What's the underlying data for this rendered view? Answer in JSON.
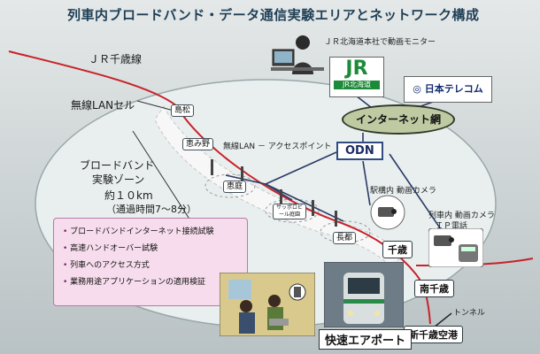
{
  "title": "列車内ブロードバンド・データ通信実験エリアとネットワーク構成",
  "labels": {
    "jr_line": "ＪＲ千歳線",
    "wireless_cell": "無線LANセル",
    "broadband_zone_line1": "ブロードバンド",
    "broadband_zone_line2": "実験ゾーン",
    "distance": "約１０km",
    "travel_time": "（通過時間7～8分）",
    "access_point": "無線LAN － アクセスポイント",
    "hq_monitor": "ＪＲ北海道本社で動画モニター",
    "internet": "インターネット網",
    "odn": "ODN",
    "station_camera": "駅構内 動画カメラ",
    "train_camera_line1": "列車内 動画カメラ",
    "train_camera_line2": "ＩＰ電話",
    "tunnel": "トンネル",
    "airport_train": "快速エアポート"
  },
  "logos": {
    "jr_mark": "JR",
    "jr_sub": "JR北海道",
    "telecom": "日本テレコム"
  },
  "stations": {
    "shimamatsu": "島松",
    "eniwa_kita": "恵み野",
    "eniwa": "恵庭",
    "sapporo_beer": "サッポロビール庭園",
    "osatsu": "長都",
    "chitose": "千歳",
    "minami_chitose": "南千歳",
    "new_chitose_airport": "新千歳空港"
  },
  "tests": [
    "ブロードバンドインターネット接続試験",
    "高速ハンドオーバー試験",
    "列車へのアクセス方式",
    "業務用途アプリケーションの適用検証"
  ],
  "colors": {
    "railway": "#c8222a",
    "title": "#1f3f56",
    "zone": "#e6ecec",
    "jr_green": "#1d8a3a",
    "tests_bg": "#f6dcec"
  }
}
